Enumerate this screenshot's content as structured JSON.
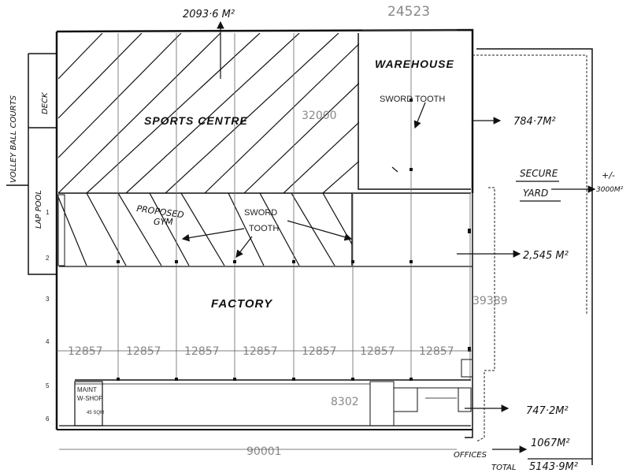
{
  "areas": {
    "top_area": "2093·6 M²",
    "warehouse_area": "784·7M²",
    "factory_area": "2,545 M²",
    "offices_block_area": "747·2M²",
    "offices_label": "OFFICES",
    "offices_area": "1067M²",
    "total_label": "TOTAL",
    "total_area": "5143·9M²",
    "yard_size_prefix": "+/-",
    "yard_size": "3000M²"
  },
  "rooms": {
    "warehouse": "WAREHOUSE",
    "sports_centre": "SPORTS CENTRE",
    "factory": "FACTORY",
    "proposed_gym_1": "PROPOSED",
    "proposed_gym_2": "GYM",
    "sword_tooth_warehouse": "SWORD TOOTH",
    "sword_tooth_1": "SWORD",
    "sword_tooth_2": "TOOTH",
    "secure_yard_1": "SECURE",
    "secure_yard_2": "YARD",
    "maint_1": "MAINT",
    "maint_2": "W-SHOP",
    "maint_3": "45 SQM"
  },
  "outside": {
    "volley_ball": "VOLLEY BALL COURTS",
    "deck": "DECK",
    "lap_pool": "LAP POOL"
  },
  "dimensions": {
    "top_width": "24523",
    "warehouse_length": "32000",
    "right_length": "39389",
    "bays": [
      "12857",
      "12857",
      "12857",
      "12857",
      "12857",
      "12857",
      "12857"
    ],
    "office_depth": "8302",
    "total_length": "90001"
  },
  "grid_marks": [
    "1",
    "2",
    "3",
    "4",
    "5",
    "6"
  ]
}
